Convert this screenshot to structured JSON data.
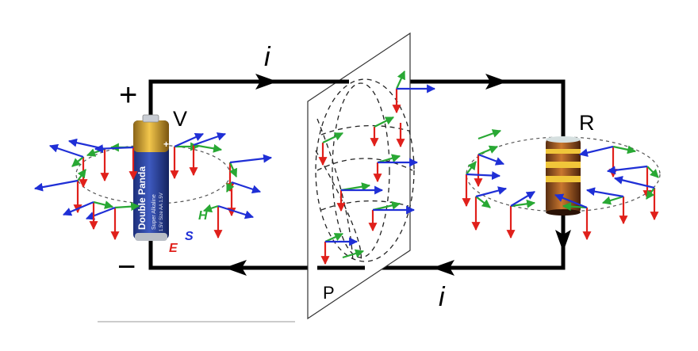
{
  "labels": {
    "plus": "+",
    "minus": "−",
    "voltage": "V",
    "resistor": "R",
    "current_top": "i",
    "current_bottom": "i",
    "surface": "P",
    "field_h": "H",
    "field_s": "S",
    "field_e": "E"
  },
  "battery": {
    "brand": "Double Panda",
    "subtitle": "Super Alkaline",
    "spec": "1.5V  Size AA  1.5V",
    "plus_mark": "+"
  },
  "colors": {
    "wire": "#000000",
    "e_field": "#e0201b",
    "h_field": "#29a834",
    "s_field": "#1f2fd6",
    "loop_dash": "#555555"
  },
  "icon_names": [
    "battery-icon",
    "resistor-icon"
  ]
}
